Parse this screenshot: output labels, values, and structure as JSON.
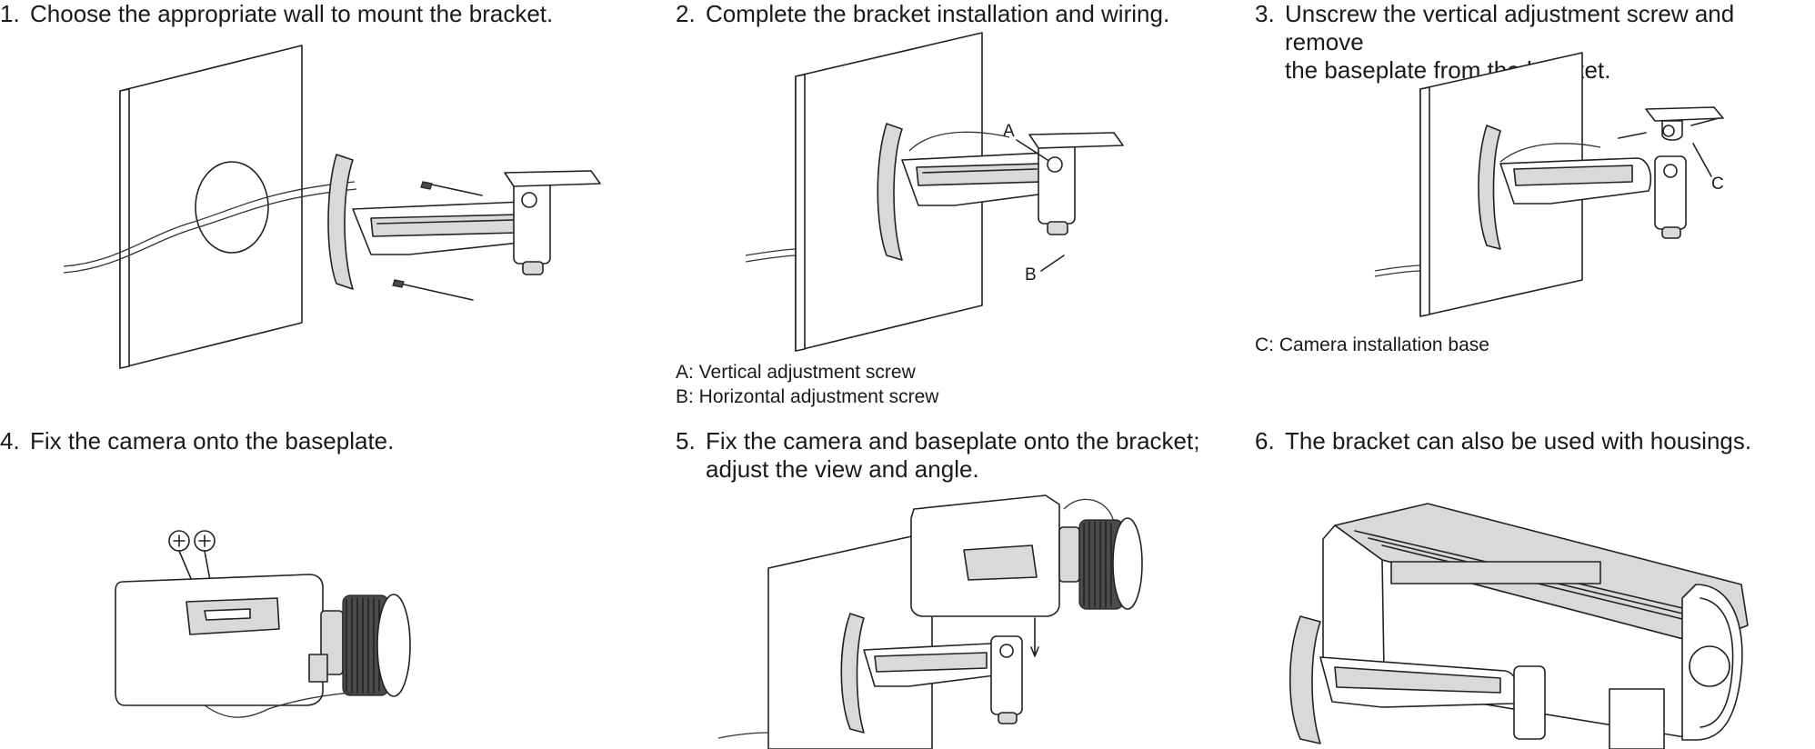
{
  "steps": [
    {
      "number": "1.",
      "text": "Choose the appropriate wall to mount the bracket."
    },
    {
      "number": "2.",
      "text": "Complete the bracket installation and wiring."
    },
    {
      "number": "3.",
      "text": "Unscrew the vertical adjustment screw and remove\nthe baseplate from the bracket."
    },
    {
      "number": "4.",
      "text": "Fix the camera onto the baseplate."
    },
    {
      "number": "5.",
      "text": "Fix the camera and baseplate onto the bracket;\nadjust the view and angle."
    },
    {
      "number": "6.",
      "text": "The bracket can also be used with housings."
    }
  ],
  "callouts": {
    "a": "A",
    "b": "B",
    "c": "C"
  },
  "legends": {
    "step2": [
      "A: Vertical adjustment screw",
      "B: Horizontal adjustment screw"
    ],
    "step3": [
      "C: Camera installation base"
    ]
  }
}
